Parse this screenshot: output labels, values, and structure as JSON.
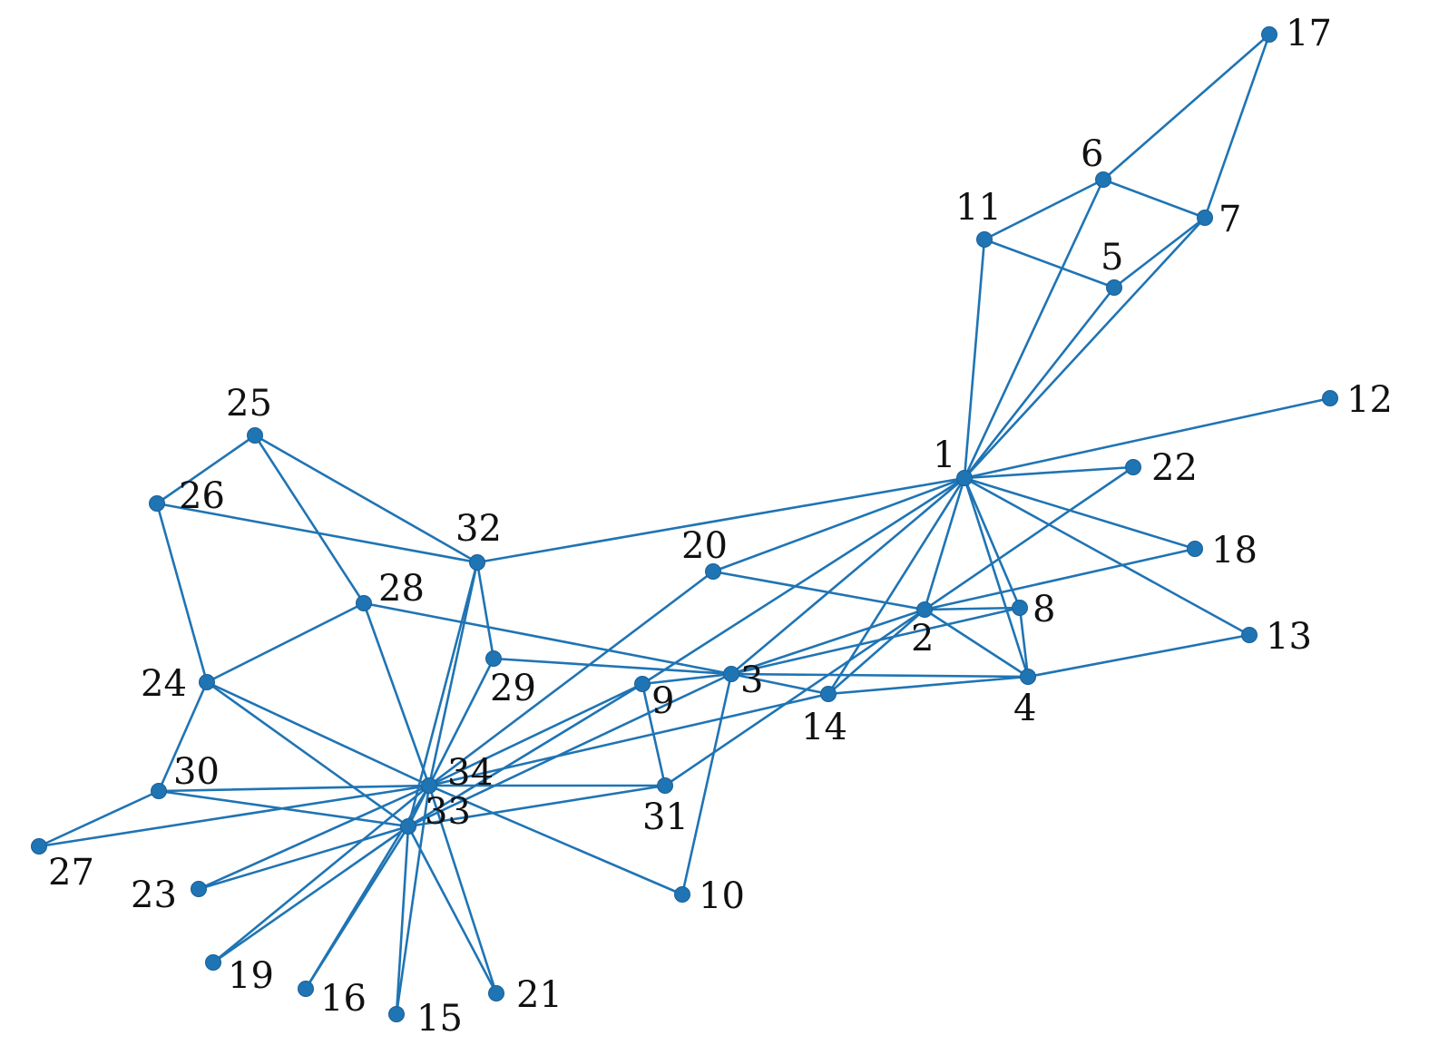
{
  "graph": {
    "node_color": "#1f74b4",
    "edge_color": "#1f74b4",
    "label_color": "#111111",
    "nodes": [
      {
        "id": "1",
        "label": "1"
      },
      {
        "id": "2",
        "label": "2"
      },
      {
        "id": "3",
        "label": "3"
      },
      {
        "id": "4",
        "label": "4"
      },
      {
        "id": "5",
        "label": "5"
      },
      {
        "id": "6",
        "label": "6"
      },
      {
        "id": "7",
        "label": "7"
      },
      {
        "id": "8",
        "label": "8"
      },
      {
        "id": "9",
        "label": "9"
      },
      {
        "id": "10",
        "label": "10"
      },
      {
        "id": "11",
        "label": "11"
      },
      {
        "id": "12",
        "label": "12"
      },
      {
        "id": "13",
        "label": "13"
      },
      {
        "id": "14",
        "label": "14"
      },
      {
        "id": "15",
        "label": "15"
      },
      {
        "id": "16",
        "label": "16"
      },
      {
        "id": "17",
        "label": "17"
      },
      {
        "id": "18",
        "label": "18"
      },
      {
        "id": "19",
        "label": "19"
      },
      {
        "id": "20",
        "label": "20"
      },
      {
        "id": "21",
        "label": "21"
      },
      {
        "id": "22",
        "label": "22"
      },
      {
        "id": "23",
        "label": "23"
      },
      {
        "id": "24",
        "label": "24"
      },
      {
        "id": "25",
        "label": "25"
      },
      {
        "id": "26",
        "label": "26"
      },
      {
        "id": "27",
        "label": "27"
      },
      {
        "id": "28",
        "label": "28"
      },
      {
        "id": "29",
        "label": "29"
      },
      {
        "id": "30",
        "label": "30"
      },
      {
        "id": "31",
        "label": "31"
      },
      {
        "id": "32",
        "label": "32"
      },
      {
        "id": "33",
        "label": "33"
      },
      {
        "id": "34",
        "label": "34"
      }
    ],
    "edges": [
      [
        "1",
        "2"
      ],
      [
        "1",
        "3"
      ],
      [
        "1",
        "4"
      ],
      [
        "1",
        "5"
      ],
      [
        "1",
        "6"
      ],
      [
        "1",
        "7"
      ],
      [
        "1",
        "8"
      ],
      [
        "1",
        "9"
      ],
      [
        "1",
        "11"
      ],
      [
        "1",
        "12"
      ],
      [
        "1",
        "13"
      ],
      [
        "1",
        "14"
      ],
      [
        "1",
        "18"
      ],
      [
        "1",
        "20"
      ],
      [
        "1",
        "22"
      ],
      [
        "1",
        "32"
      ],
      [
        "2",
        "3"
      ],
      [
        "2",
        "4"
      ],
      [
        "2",
        "8"
      ],
      [
        "2",
        "14"
      ],
      [
        "2",
        "18"
      ],
      [
        "2",
        "20"
      ],
      [
        "2",
        "22"
      ],
      [
        "2",
        "31"
      ],
      [
        "3",
        "4"
      ],
      [
        "3",
        "8"
      ],
      [
        "3",
        "9"
      ],
      [
        "3",
        "10"
      ],
      [
        "3",
        "14"
      ],
      [
        "3",
        "28"
      ],
      [
        "3",
        "29"
      ],
      [
        "3",
        "33"
      ],
      [
        "4",
        "8"
      ],
      [
        "4",
        "13"
      ],
      [
        "4",
        "14"
      ],
      [
        "5",
        "7"
      ],
      [
        "5",
        "11"
      ],
      [
        "6",
        "7"
      ],
      [
        "6",
        "11"
      ],
      [
        "6",
        "17"
      ],
      [
        "7",
        "17"
      ],
      [
        "9",
        "31"
      ],
      [
        "9",
        "33"
      ],
      [
        "9",
        "34"
      ],
      [
        "10",
        "34"
      ],
      [
        "14",
        "34"
      ],
      [
        "15",
        "33"
      ],
      [
        "15",
        "34"
      ],
      [
        "16",
        "33"
      ],
      [
        "16",
        "34"
      ],
      [
        "19",
        "33"
      ],
      [
        "19",
        "34"
      ],
      [
        "20",
        "34"
      ],
      [
        "21",
        "33"
      ],
      [
        "21",
        "34"
      ],
      [
        "23",
        "33"
      ],
      [
        "23",
        "34"
      ],
      [
        "24",
        "26"
      ],
      [
        "24",
        "28"
      ],
      [
        "24",
        "30"
      ],
      [
        "24",
        "33"
      ],
      [
        "24",
        "34"
      ],
      [
        "25",
        "26"
      ],
      [
        "25",
        "28"
      ],
      [
        "25",
        "32"
      ],
      [
        "26",
        "32"
      ],
      [
        "27",
        "30"
      ],
      [
        "27",
        "34"
      ],
      [
        "28",
        "34"
      ],
      [
        "29",
        "32"
      ],
      [
        "29",
        "34"
      ],
      [
        "30",
        "33"
      ],
      [
        "30",
        "34"
      ],
      [
        "31",
        "33"
      ],
      [
        "31",
        "34"
      ],
      [
        "32",
        "33"
      ],
      [
        "32",
        "34"
      ],
      [
        "33",
        "34"
      ]
    ]
  }
}
